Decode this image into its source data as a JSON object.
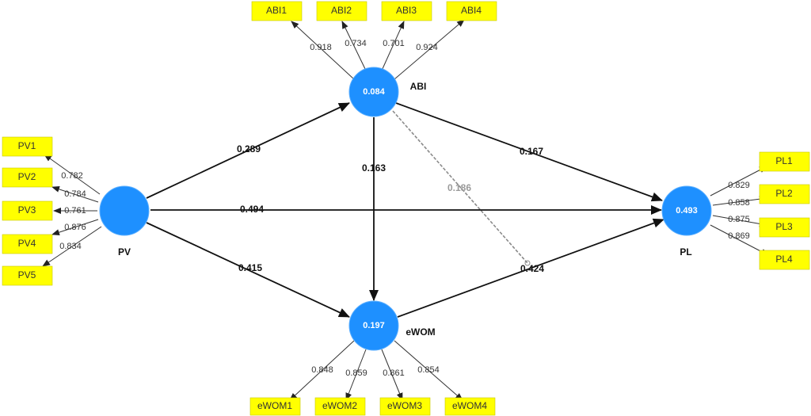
{
  "diagram": {
    "type": "pls-sem-path-model",
    "colors": {
      "construct_fill": "#1e90ff",
      "indicator_fill": "#ffff00",
      "path_line": "#111111",
      "dashed_line": "#8a8a8a"
    },
    "constructs": [
      {
        "id": "PV",
        "label": "PV",
        "value": ""
      },
      {
        "id": "ABI",
        "label": "ABI",
        "value": "0.084"
      },
      {
        "id": "eWOM",
        "label": "eWOM",
        "value": "0.197"
      },
      {
        "id": "PL",
        "label": "PL",
        "value": "0.493"
      }
    ],
    "indicators": {
      "PV": [
        {
          "label": "PV1",
          "loading": "0.782"
        },
        {
          "label": "PV2",
          "loading": "0.784"
        },
        {
          "label": "PV3",
          "loading": "0.761"
        },
        {
          "label": "PV4",
          "loading": "0.876"
        },
        {
          "label": "PV5",
          "loading": "0.834"
        }
      ],
      "ABI": [
        {
          "label": "ABI1",
          "loading": "0.918"
        },
        {
          "label": "ABI2",
          "loading": "0.734"
        },
        {
          "label": "ABI3",
          "loading": "0.701"
        },
        {
          "label": "ABI4",
          "loading": "0.924"
        }
      ],
      "eWOM": [
        {
          "label": "eWOM1",
          "loading": "0.848"
        },
        {
          "label": "eWOM2",
          "loading": "0.859"
        },
        {
          "label": "eWOM3",
          "loading": "0.861"
        },
        {
          "label": "eWOM4",
          "loading": "0.854"
        }
      ],
      "PL": [
        {
          "label": "PL1",
          "loading": "0.829"
        },
        {
          "label": "PL2",
          "loading": "0.858"
        },
        {
          "label": "PL3",
          "loading": "0.875"
        },
        {
          "label": "PL4",
          "loading": "0.869"
        }
      ]
    },
    "paths": [
      {
        "from": "PV",
        "to": "ABI",
        "coef": "0.289"
      },
      {
        "from": "PV",
        "to": "PL",
        "coef": "0.494"
      },
      {
        "from": "PV",
        "to": "eWOM",
        "coef": "0.415"
      },
      {
        "from": "ABI",
        "to": "PL",
        "coef": "0.167"
      },
      {
        "from": "ABI",
        "to": "eWOM",
        "coef": "0.163"
      },
      {
        "from": "eWOM",
        "to": "PL",
        "coef": "0.424"
      }
    ],
    "moderation": {
      "label": "0.186"
    }
  }
}
